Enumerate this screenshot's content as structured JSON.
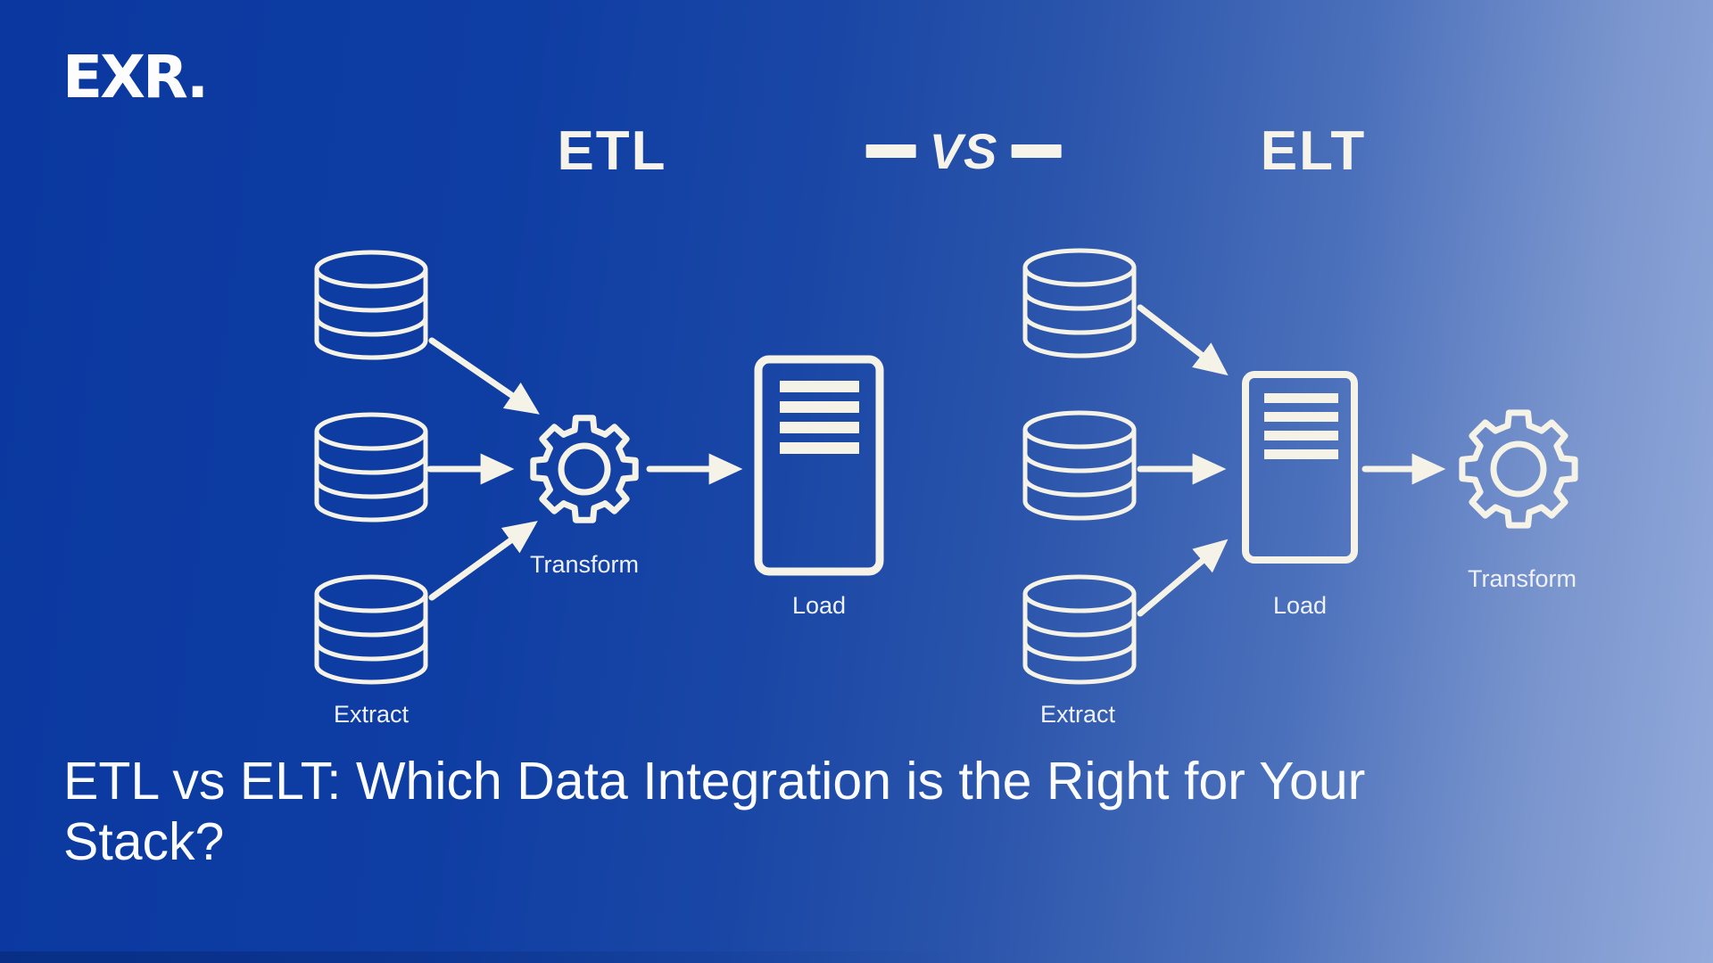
{
  "logo": {
    "text": "EXR."
  },
  "comparison_header": {
    "left_title": "ETL",
    "vs_label": "VS",
    "right_title": "ELT"
  },
  "etl_flow": {
    "extract_label": "Extract",
    "transform_label": "Transform",
    "load_label": "Load"
  },
  "elt_flow": {
    "extract_label": "Extract",
    "load_label": "Load",
    "transform_label": "Transform"
  },
  "title": {
    "line1": "ETL vs ELT: Which Data Integration is the Right for Your",
    "line2": "Stack?"
  },
  "colors": {
    "background_dark": "#0a38a0",
    "background_light": "#93aadb",
    "icon_stroke": "#f5f2e8",
    "label_text": "#eef1f6",
    "title_text": "#fbfcfe"
  }
}
